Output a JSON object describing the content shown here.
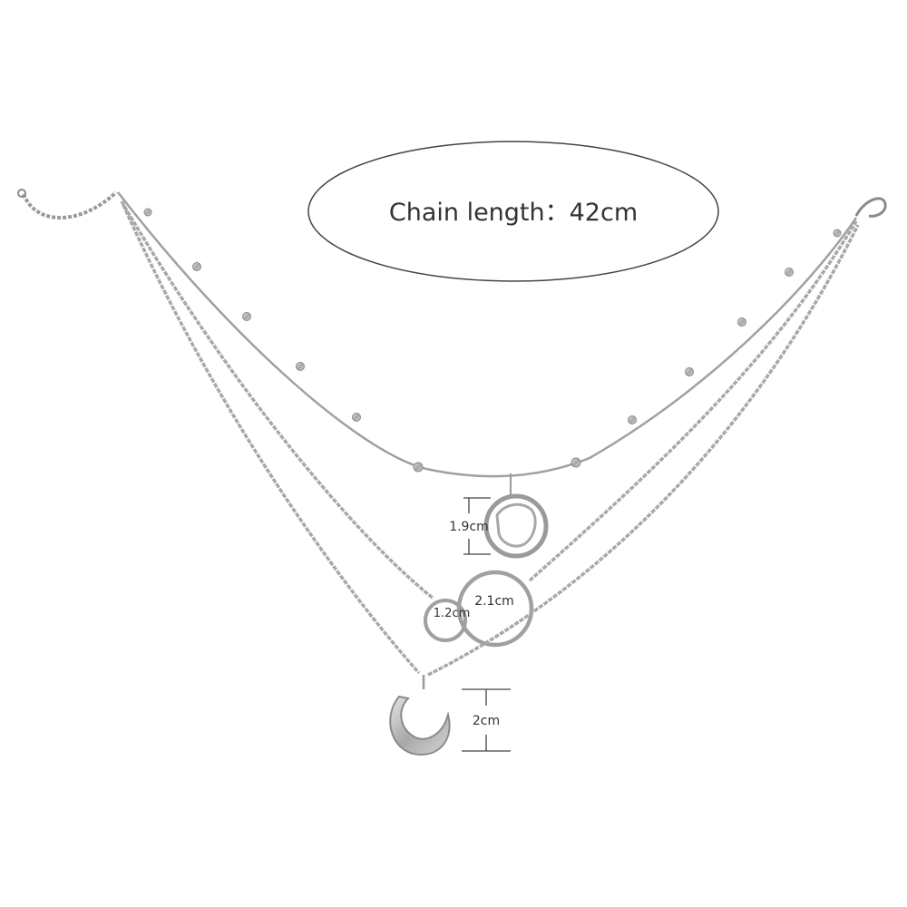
{
  "caption": "Chain length：42cm",
  "dimensions": {
    "layer1_pendant": "1.9cm",
    "layer2_small_ring": "1.2cm",
    "layer2_large_ring": "2.1cm",
    "layer3_moon": "2cm"
  },
  "colors": {
    "metal": "#b8b8b8",
    "metal_dark": "#8a8a8a",
    "ink": "#333333",
    "background": "#ffffff"
  }
}
